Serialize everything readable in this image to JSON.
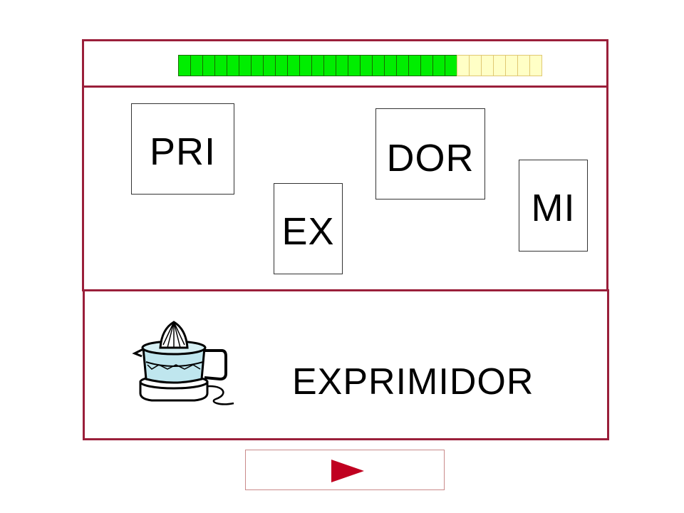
{
  "progress": {
    "segments_total": 30,
    "segments_filled": 23,
    "filled_color": "#00ee00",
    "empty_color": "#ffffc6"
  },
  "syllables": [
    {
      "label": "PRI"
    },
    {
      "label": "EX"
    },
    {
      "label": "DOR"
    },
    {
      "label": "MI"
    }
  ],
  "answer": {
    "word": "EXPRIMIDOR",
    "image_icon": "citrus-juicer-icon"
  },
  "navigation": {
    "next_icon": "play-arrow-icon"
  },
  "colors": {
    "frame": "#9a1f3a",
    "next_arrow": "#c00020"
  }
}
